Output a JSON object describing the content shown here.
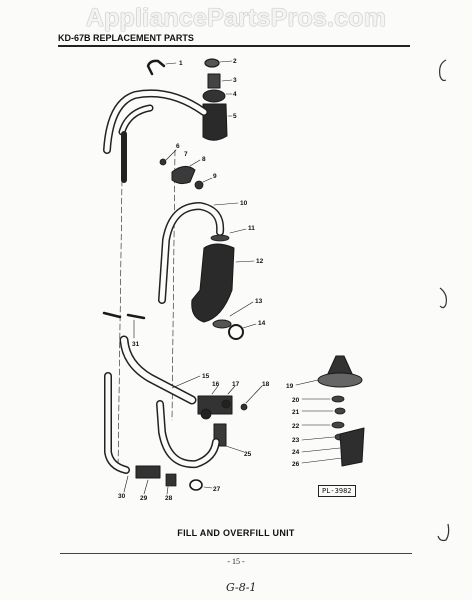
{
  "watermark": "AppliancePartsPros.com",
  "header": "KD-67B REPLACEMENT PARTS",
  "caption": "FILL AND OVERFILL UNIT",
  "page_number": "- 15 -",
  "plate_code": "PL-3982",
  "handwritten_note": "G-8-1",
  "callouts": [
    "1",
    "2",
    "3",
    "4",
    "5",
    "6",
    "7",
    "8",
    "9",
    "10",
    "11",
    "12",
    "13",
    "14",
    "15",
    "16",
    "17",
    "18",
    "19",
    "20",
    "21",
    "22",
    "23",
    "24",
    "25",
    "26",
    "27",
    "28",
    "29",
    "30",
    "31"
  ]
}
